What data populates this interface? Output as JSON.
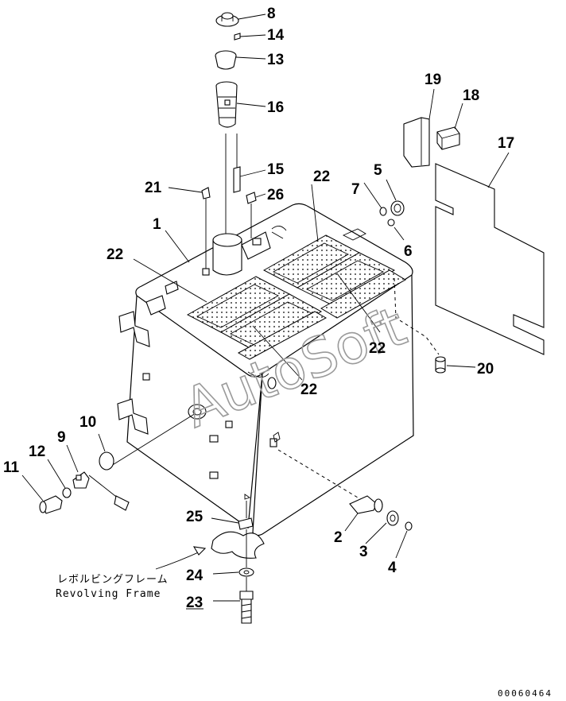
{
  "callouts": [
    {
      "id": "c1",
      "label": "1"
    },
    {
      "id": "c2",
      "label": "2"
    },
    {
      "id": "c3",
      "label": "3"
    },
    {
      "id": "c4",
      "label": "4"
    },
    {
      "id": "c5",
      "label": "5"
    },
    {
      "id": "c6",
      "label": "6"
    },
    {
      "id": "c7",
      "label": "7"
    },
    {
      "id": "c8",
      "label": "8"
    },
    {
      "id": "c9",
      "label": "9"
    },
    {
      "id": "c10",
      "label": "10"
    },
    {
      "id": "c11",
      "label": "11"
    },
    {
      "id": "c12",
      "label": "12"
    },
    {
      "id": "c13",
      "label": "13"
    },
    {
      "id": "c14",
      "label": "14"
    },
    {
      "id": "c15",
      "label": "15"
    },
    {
      "id": "c16",
      "label": "16"
    },
    {
      "id": "c17",
      "label": "17"
    },
    {
      "id": "c18",
      "label": "18"
    },
    {
      "id": "c19",
      "label": "19"
    },
    {
      "id": "c20",
      "label": "20"
    },
    {
      "id": "c21",
      "label": "21"
    },
    {
      "id": "c22a",
      "label": "22"
    },
    {
      "id": "c22b",
      "label": "22"
    },
    {
      "id": "c22c",
      "label": "22"
    },
    {
      "id": "c22d",
      "label": "22"
    },
    {
      "id": "c23",
      "label": "23"
    },
    {
      "id": "c24",
      "label": "24"
    },
    {
      "id": "c25",
      "label": "25"
    },
    {
      "id": "c26",
      "label": "26"
    }
  ],
  "note": {
    "japanese": "レボルビングフレーム",
    "english": "Revolving Frame"
  },
  "watermark": "AutoSoft",
  "doc_number": "00060464"
}
